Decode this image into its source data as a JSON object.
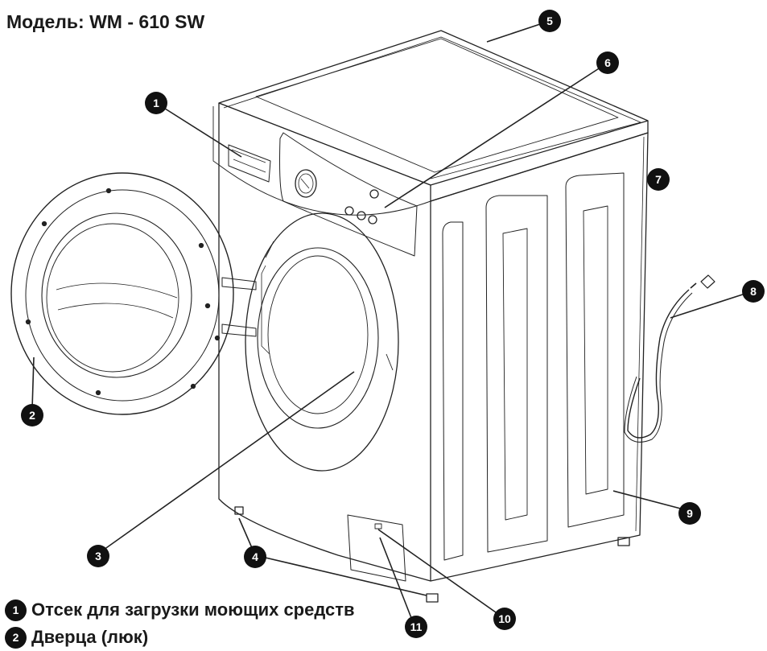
{
  "title": "Модель: WM - 610 SW",
  "colors": {
    "line": "#222222",
    "badge": "#111111",
    "badge_text": "#ffffff",
    "background": "#ffffff"
  },
  "callouts": {
    "c1": "1",
    "c2": "2",
    "c3": "3",
    "c4": "4",
    "c5": "5",
    "c6": "6",
    "c7": "7",
    "c8": "8",
    "c9": "9",
    "c10": "10",
    "c11": "11"
  },
  "legend": [
    {
      "number": "1",
      "text": "Отсек для загрузки моющих средств"
    },
    {
      "number": "2",
      "text": "Дверца (люк)"
    }
  ]
}
